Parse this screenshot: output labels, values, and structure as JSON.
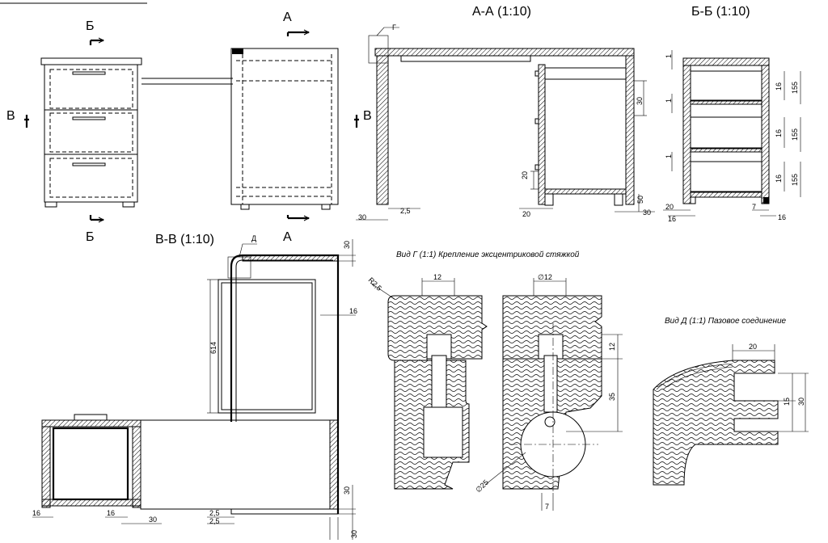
{
  "view_titles": {
    "section_aa": "А-А (1:10)",
    "section_bb": "Б-Б (1:10)",
    "section_vv": "В-В (1:10)"
  },
  "cut_letters": {
    "b_top": "Б",
    "b_bottom": "Б",
    "a_top": "А",
    "a_bottom": "А",
    "v_left": "В",
    "v_right": "В"
  },
  "callouts": {
    "g": "Г",
    "d": "Д"
  },
  "captions": {
    "view_g": "Вид Г (1:1) Крепление эксцентриковой стяжкой",
    "view_d": "Вид Д  (1:1) Пазовое соединение"
  },
  "dimensions": {
    "aa": {
      "d30_top": "30",
      "d20_side": "20",
      "d50": "50",
      "d20_bottom": "20",
      "d30_left": "30",
      "d2_5": "2,5",
      "d30_right": "30"
    },
    "bb": {
      "d1_a": "1",
      "d1_b": "1",
      "d1_c": "1",
      "d16_a": "16",
      "d155_a": "155",
      "d16_b": "16",
      "d155_b": "155",
      "d16_c": "16",
      "d155_c": "155",
      "d20": "20",
      "d16_left": "16",
      "d7": "7",
      "d16_right": "16"
    },
    "vv": {
      "d30_top": "30",
      "d16_side": "16",
      "d614": "614",
      "r2_5": "R2,5",
      "d30_right": "30",
      "d16_bl": "16",
      "d16_bm": "16",
      "d30_b": "30",
      "d2_5_a": "2,5",
      "d2_5_b": "2,5",
      "d30_br": "30"
    },
    "g": {
      "w12": "12",
      "dia12": "∅12",
      "d12": "12",
      "d35": "35",
      "dia25": "∅25",
      "d7": "7"
    },
    "d": {
      "w20": "20",
      "d15": "15",
      "d30": "30"
    }
  }
}
